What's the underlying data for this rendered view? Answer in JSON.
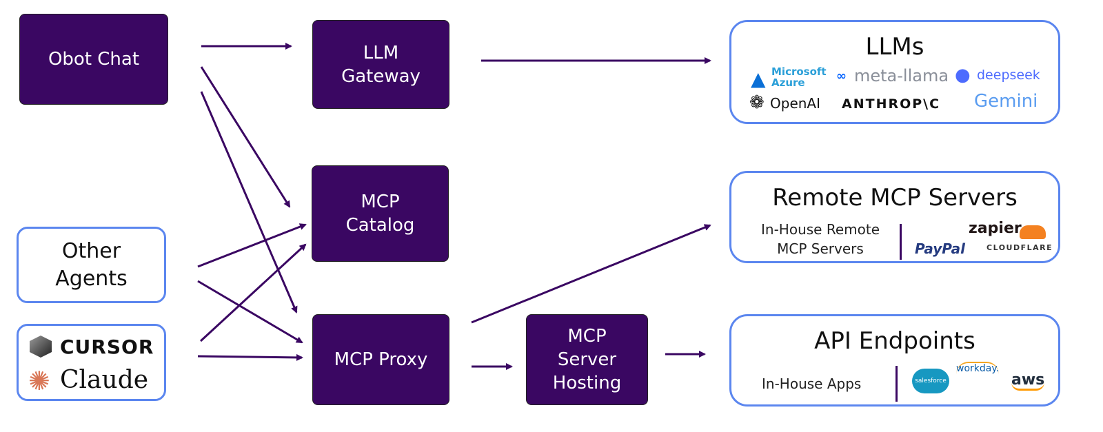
{
  "colors": {
    "node_fill": "#3a0762",
    "border_accent": "#5b86ef",
    "arrow": "#3a0762"
  },
  "clients": {
    "obot_chat": "Obot Chat",
    "other_agents": "Other Agents",
    "cursor": "CURSOR",
    "claude": "Claude"
  },
  "core": {
    "llm_gateway": "LLM Gateway",
    "mcp_catalog": "MCP Catalog",
    "mcp_proxy": "MCP Proxy",
    "mcp_server_hosting": "MCP Server Hosting"
  },
  "llms": {
    "title": "LLMs",
    "providers": [
      "Microsoft Azure",
      "meta-llama",
      "deepseek",
      "OpenAI",
      "ANTHROP\\C",
      "Gemini"
    ]
  },
  "remote_mcp": {
    "title": "Remote MCP Servers",
    "in_house": "In-House Remote MCP Servers",
    "providers": [
      "zapier",
      "PayPal",
      "CLOUDFLARE"
    ]
  },
  "api": {
    "title": "API Endpoints",
    "in_house": "In-House Apps",
    "providers": [
      "salesforce",
      "workday.",
      "aws"
    ]
  }
}
